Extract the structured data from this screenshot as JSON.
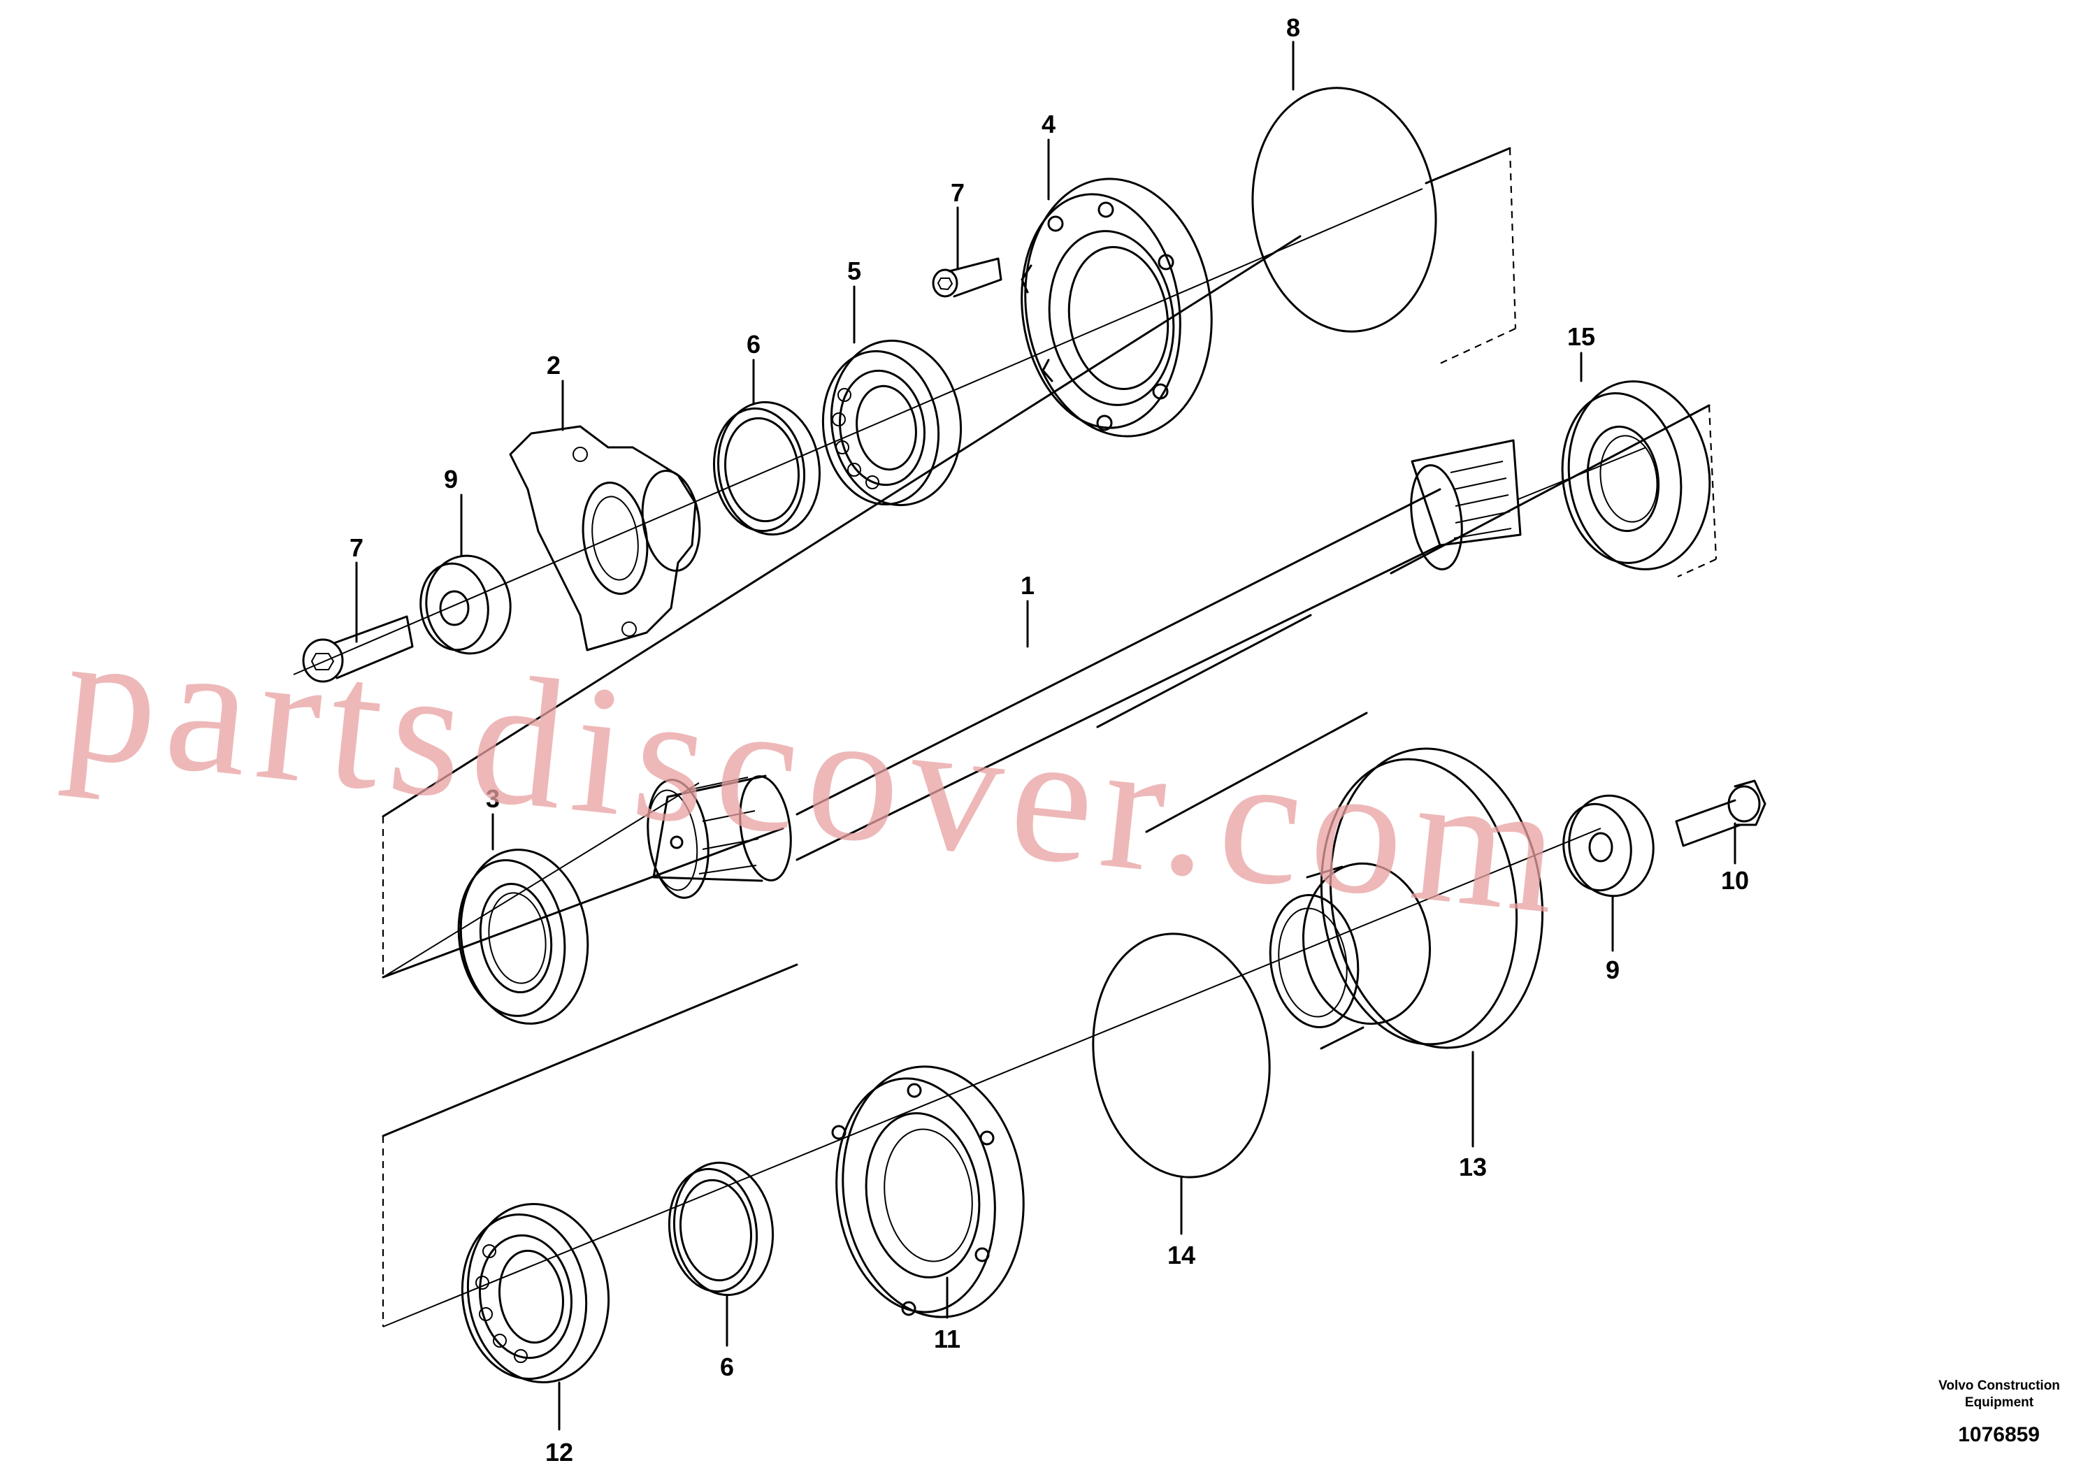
{
  "diagram": {
    "document_number": "1076859",
    "brand_line_1": "Volvo Construction",
    "brand_line_2": "Equipment",
    "watermark": "partsdiscover.com",
    "watermark_color": "#e8a0a0",
    "callouts": [
      {
        "id": "c8",
        "label": "8"
      },
      {
        "id": "c4",
        "label": "4"
      },
      {
        "id": "c7a",
        "label": "7"
      },
      {
        "id": "c5",
        "label": "5"
      },
      {
        "id": "c6a",
        "label": "6"
      },
      {
        "id": "c2",
        "label": "2"
      },
      {
        "id": "c9a",
        "label": "9"
      },
      {
        "id": "c7b",
        "label": "7"
      },
      {
        "id": "c15",
        "label": "15"
      },
      {
        "id": "c1",
        "label": "1"
      },
      {
        "id": "c3",
        "label": "3"
      },
      {
        "id": "c10",
        "label": "10"
      },
      {
        "id": "c9b",
        "label": "9"
      },
      {
        "id": "c13",
        "label": "13"
      },
      {
        "id": "c14",
        "label": "14"
      },
      {
        "id": "c11",
        "label": "11"
      },
      {
        "id": "c6b",
        "label": "6"
      },
      {
        "id": "c12",
        "label": "12"
      }
    ]
  }
}
